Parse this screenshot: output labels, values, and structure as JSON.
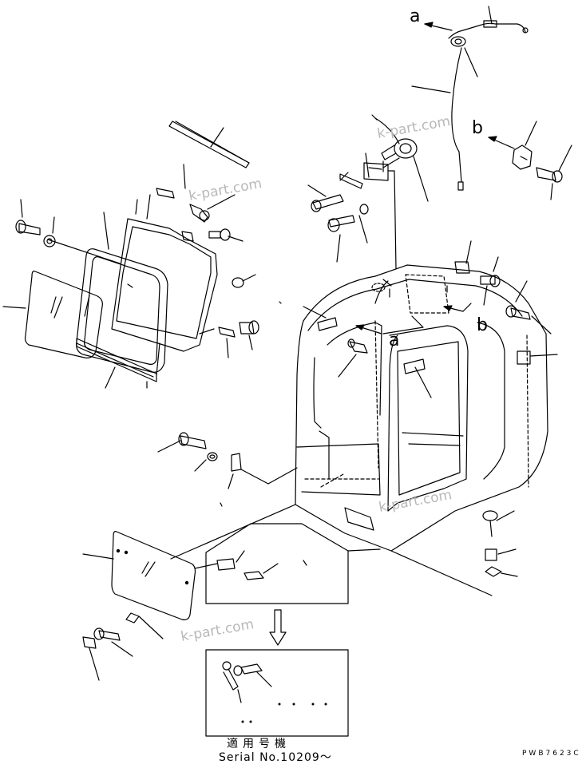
{
  "callouts": {
    "a_top": "a",
    "b_top": "b",
    "a_cab": "a",
    "b_cab": "b"
  },
  "watermark": {
    "text": "k-part.com"
  },
  "serial": {
    "jp": "適用号機",
    "en": "Serial No.10209〜"
  },
  "drawing_code": "PWB7623C",
  "colors": {
    "line": "#000000",
    "watermark": "#b8b8b8",
    "background": "#ffffff"
  }
}
